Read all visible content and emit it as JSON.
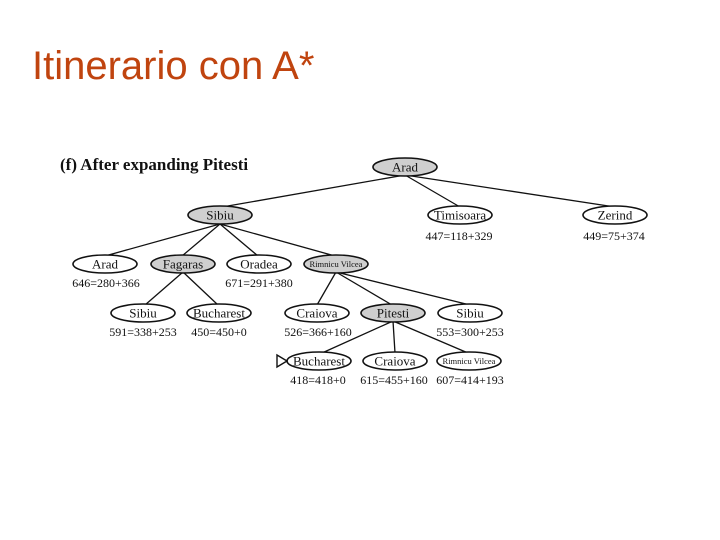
{
  "slide": {
    "title": "Itinerario con A*"
  },
  "diagram": {
    "caption": "(f) After expanding Pitesti",
    "nodes": {
      "arad_root": "Arad",
      "sibiu": "Sibiu",
      "timisoara": "Timisoara",
      "zerind": "Zerind",
      "arad_l2": "Arad",
      "fagaras": "Fagaras",
      "oradea": "Oradea",
      "rimnicu_l2": "Rimnicu Vilcea",
      "sibiu_l3": "Sibiu",
      "bucharest_l3": "Bucharest",
      "craiova_l3": "Craiova",
      "pitesti": "Pitesti",
      "sibiu_l3b": "Sibiu",
      "bucharest_l4": "Bucharest",
      "craiova_l4": "Craiova",
      "rimnicu_l4": "Rimnicu Vilcea"
    },
    "fvalues": {
      "timisoara": "447=118+329",
      "zerind": "449=75+374",
      "arad_l2": "646=280+366",
      "oradea": "671=291+380",
      "sibiu_l3": "591=338+253",
      "bucharest_l3": "450=450+0",
      "craiova_l3": "526=366+160",
      "sibiu_l3b": "553=300+253",
      "bucharest_l4": "418=418+0",
      "craiova_l4": "615=455+160",
      "rimnicu_l4": "607=414+193"
    },
    "colors": {
      "expanded": "#cfcfcf",
      "frontier": "#ffffff",
      "title": "#c0440f"
    }
  }
}
